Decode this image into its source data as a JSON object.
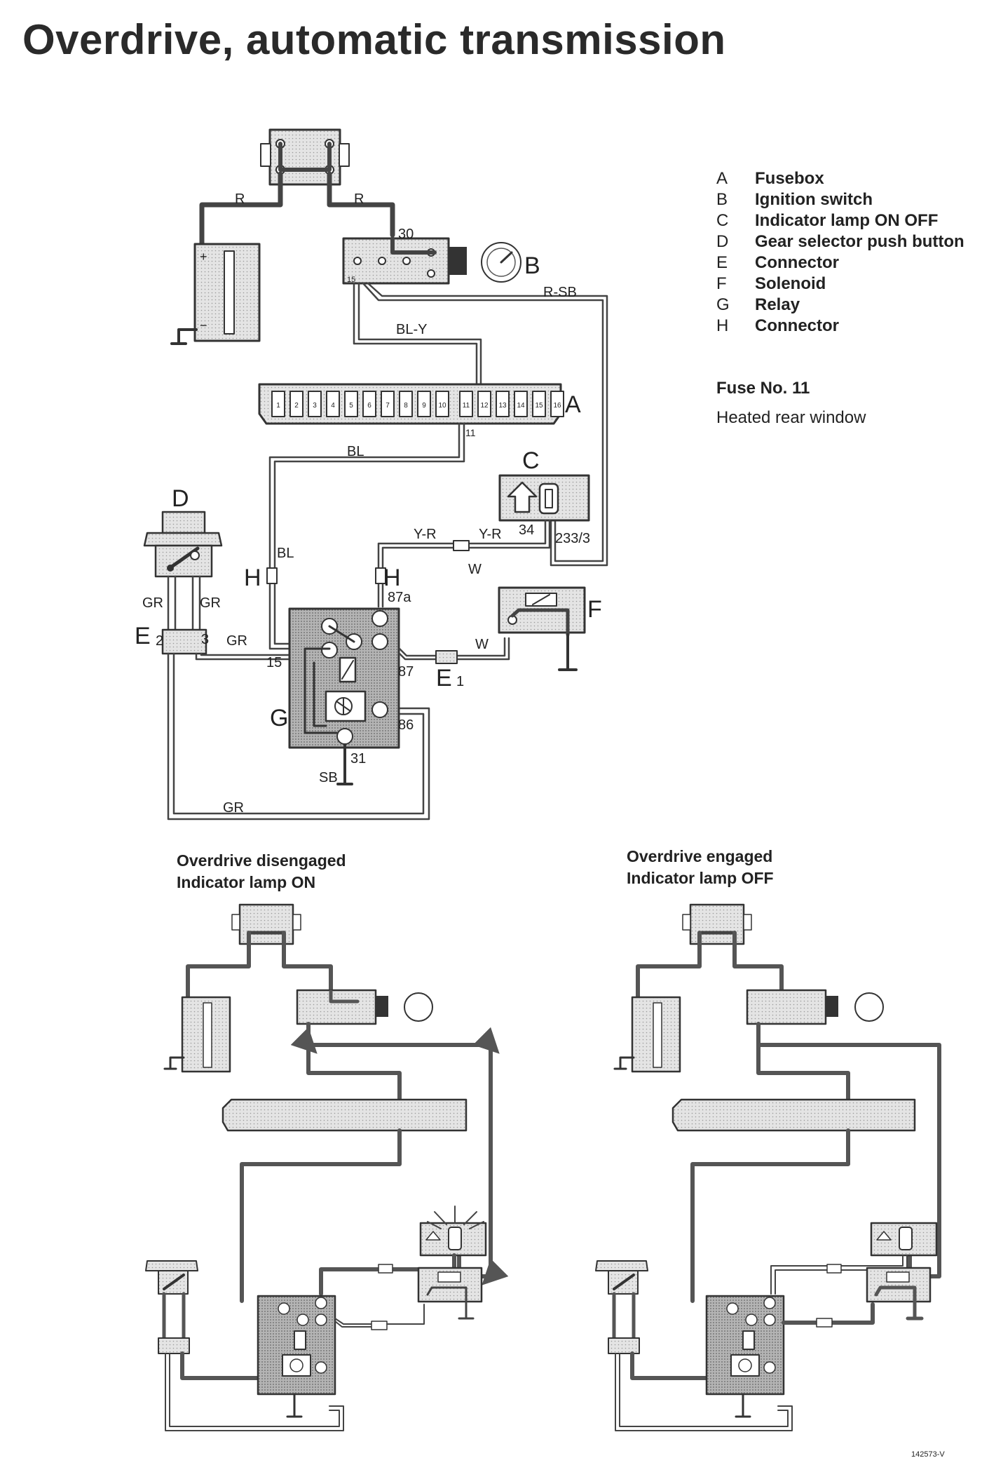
{
  "title": "Overdrive, automatic transmission",
  "legend": [
    {
      "key": "A",
      "label": "Fusebox"
    },
    {
      "key": "B",
      "label": "Ignition switch"
    },
    {
      "key": "C",
      "label": "Indicator lamp ON OFF"
    },
    {
      "key": "D",
      "label": "Gear selector push button"
    },
    {
      "key": "E",
      "label": "Connector"
    },
    {
      "key": "F",
      "label": "Solenoid"
    },
    {
      "key": "G",
      "label": "Relay"
    },
    {
      "key": "H",
      "label": "Connector"
    }
  ],
  "fuse_number": "Fuse No. 11",
  "fuse_description": "Heated rear window",
  "wire_labels": {
    "r_left": "R",
    "r_right": "R",
    "r_sb": "R-SB",
    "bl_y": "BL-Y",
    "bl_top": "BL",
    "bl_side": "BL",
    "y_r_1": "Y-R",
    "y_r_2": "Y-R",
    "w_1": "W",
    "w_2": "W",
    "gr_1": "GR",
    "gr_2": "GR",
    "gr_3": "GR",
    "gr_bottom": "GR",
    "sb": "SB"
  },
  "terminal_labels": {
    "t30": "30",
    "t15_switch": "15",
    "t11": "11",
    "t34": "34",
    "t233": "233/3",
    "t87a": "87a",
    "t87": "87",
    "t86": "86",
    "t31": "31",
    "t15_relay": "15",
    "e_sub_2": "2",
    "e_sub_3": "3",
    "e_sub_1": "1"
  },
  "component_letters": {
    "A": "A",
    "B": "B",
    "C": "C",
    "D": "D",
    "E_left": "E",
    "E_right": "E",
    "F": "F",
    "G": "G",
    "H_left": "H",
    "H_right": "H"
  },
  "fuse_numbers": [
    "1",
    "2",
    "3",
    "4",
    "5",
    "6",
    "7",
    "8",
    "9",
    "10",
    "11",
    "12",
    "13",
    "14",
    "15",
    "16"
  ],
  "captions": {
    "disengaged_line1": "Overdrive disengaged",
    "disengaged_line2": "Indicator lamp ON",
    "engaged_line1": "Overdrive engaged",
    "engaged_line2": "Indicator lamp OFF"
  },
  "doc_id": "142573-V",
  "colors": {
    "wire_live": "#555555",
    "component_fill": "#dcdcdc",
    "relay_fill": "#b9b9b9"
  }
}
